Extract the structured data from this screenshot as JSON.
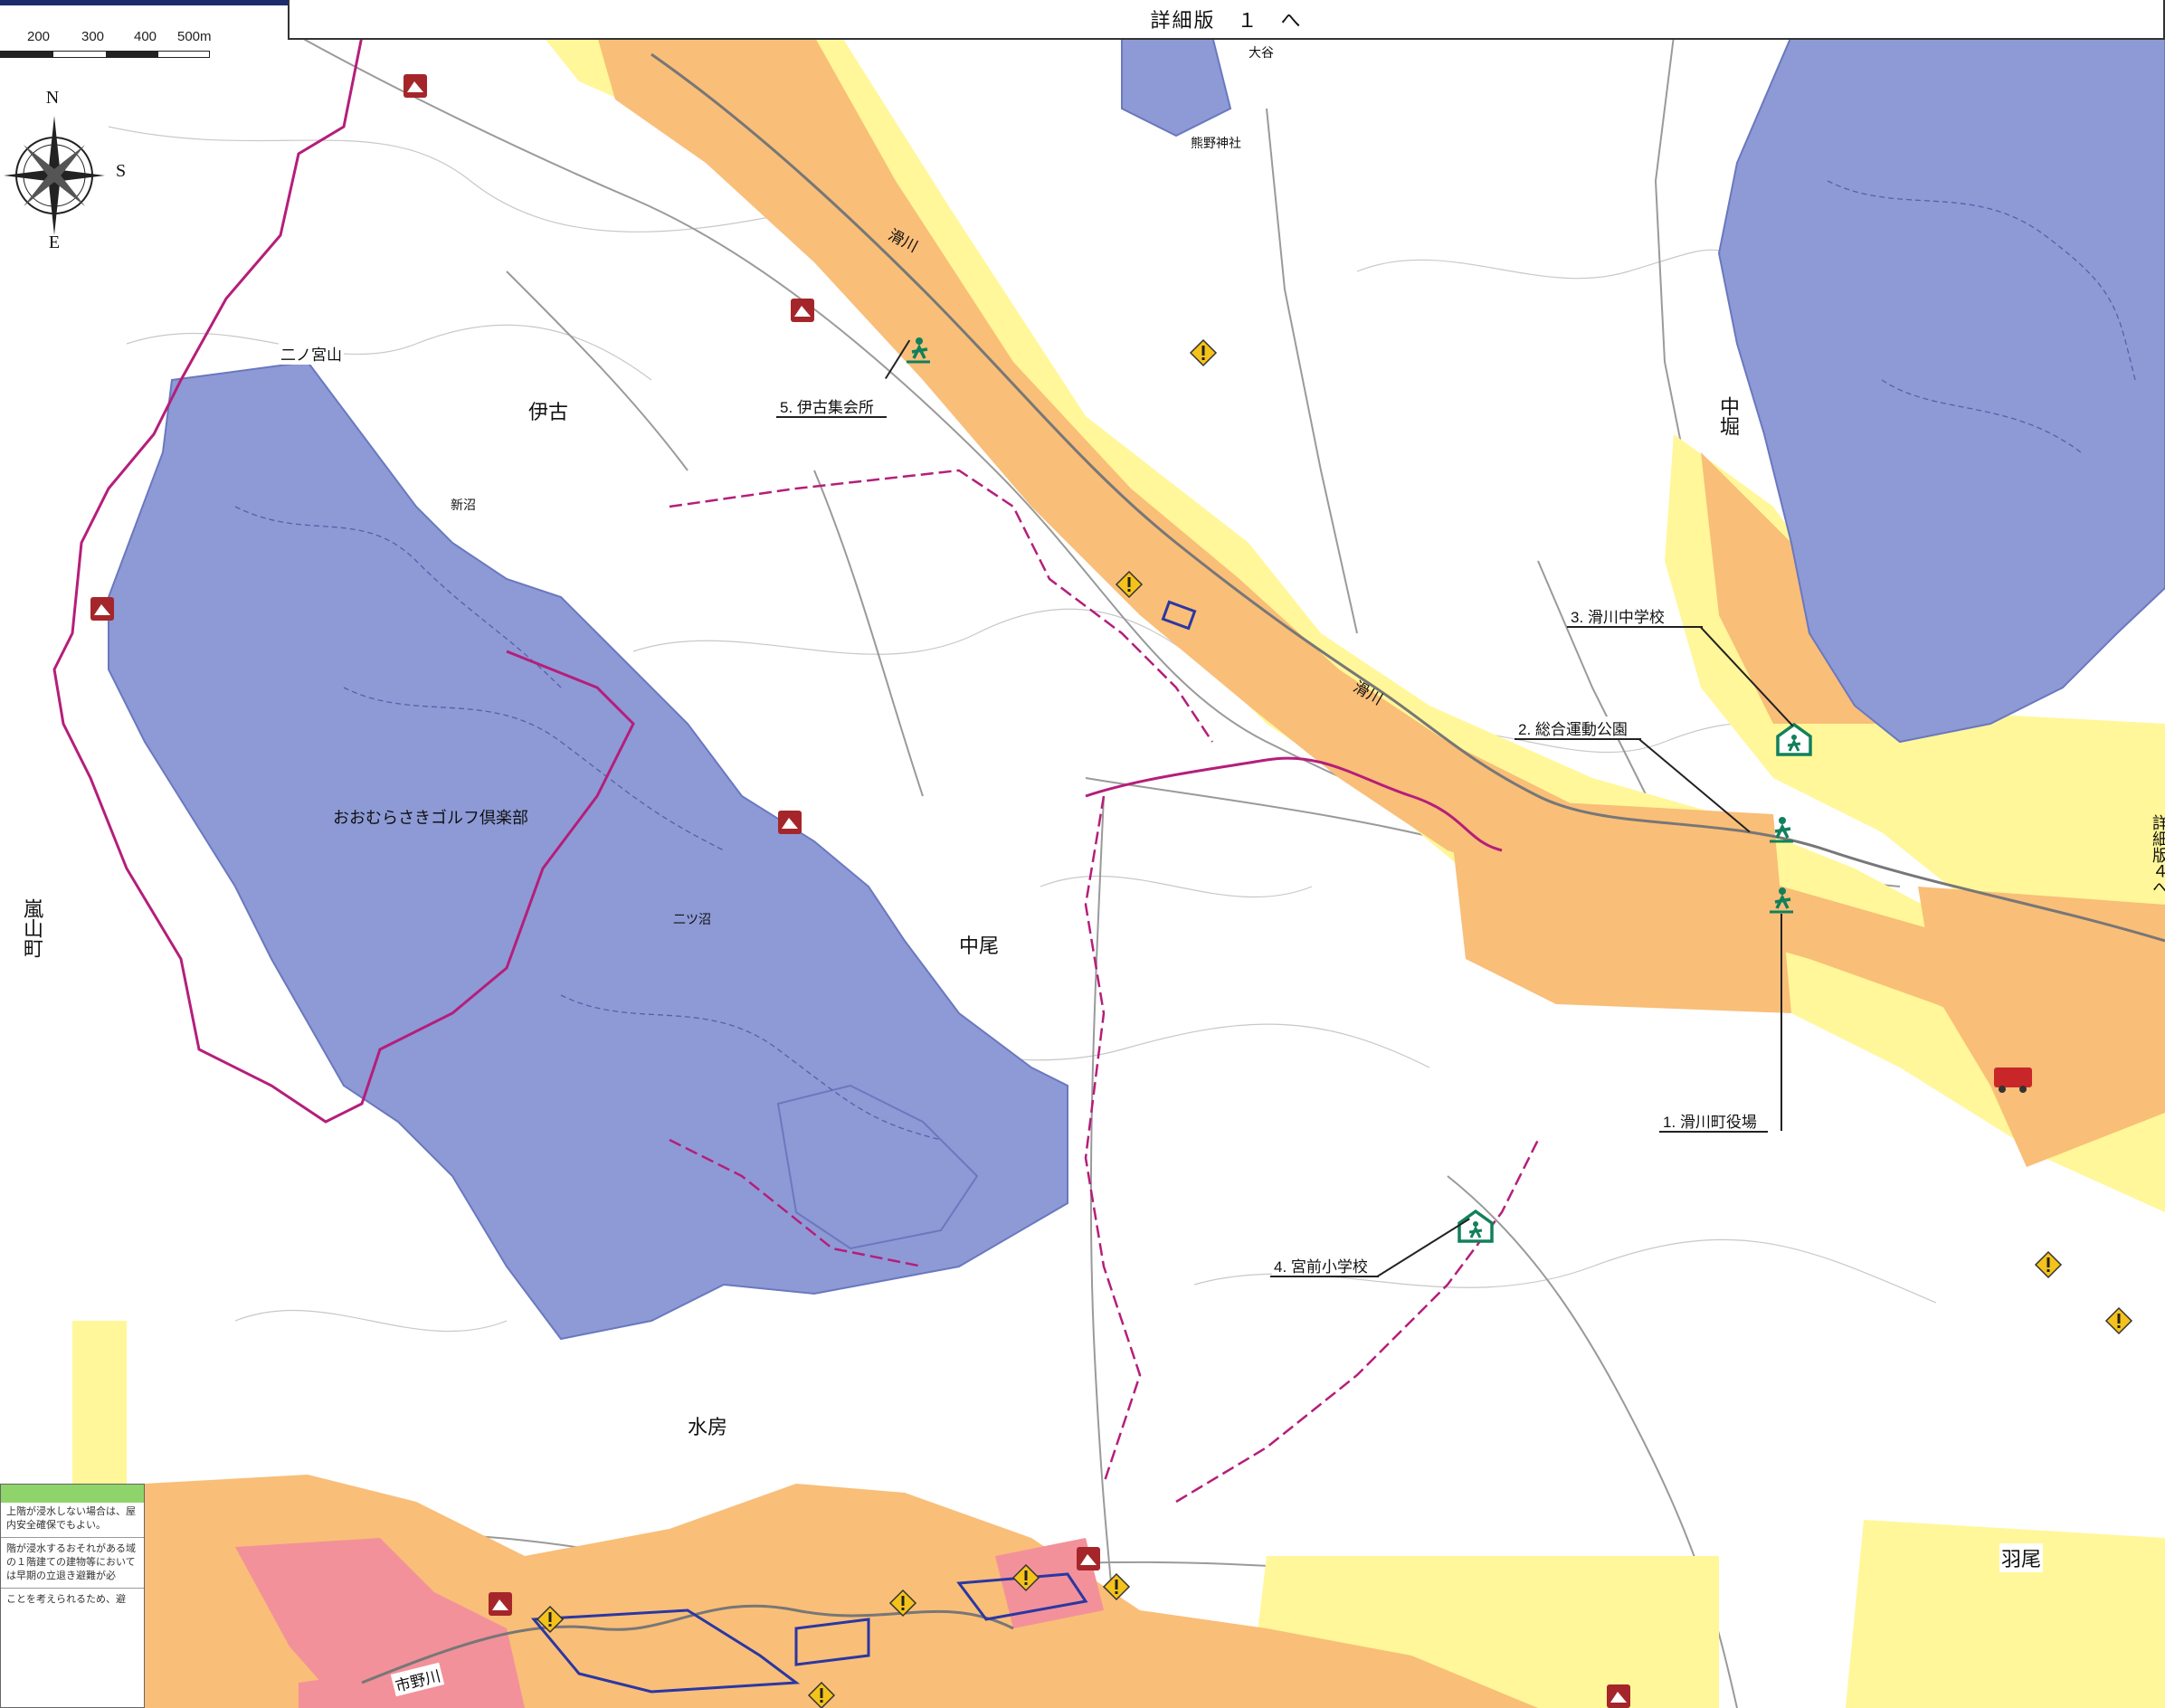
{
  "header": {
    "title": "詳細版　１　へ"
  },
  "right_edge_text": "詳細版４へ",
  "scale": {
    "labels": [
      "200",
      "300",
      "400",
      "500m"
    ]
  },
  "compass": {
    "n": "N",
    "s": "S",
    "e": "E"
  },
  "area_label": "嵐山町",
  "facilities": [
    {
      "id": "1",
      "label": "1. 滑川町役場"
    },
    {
      "id": "2",
      "label": "2. 総合運動公園"
    },
    {
      "id": "3",
      "label": "3. 滑川中学校"
    },
    {
      "id": "4",
      "label": "4. 宮前小学校"
    },
    {
      "id": "5",
      "label": "5. 伊古集会所"
    }
  ],
  "place_names": {
    "ninomiyayama": "二ノ宮山",
    "iko": "伊古",
    "nakao": "中尾",
    "minobe": "水房",
    "hane": "羽尾",
    "nakabori": "中堀",
    "golf": "おおむらさきゴルフ倶楽部",
    "river_namegawa": "滑川",
    "river_ichinogawa": "市野川",
    "numa_futatsu": "二ツ沼",
    "daijin": "大谷",
    "kumano": "熊野神社",
    "shinnuma": "新沼"
  },
  "legend": {
    "note1": "上階が浸水しない場合は、屋内安全確保でもよい。",
    "note2": "階が浸水するおそれがある域の１階建ての建物等においては早期の立退き避難が必",
    "note3": "ことを考えられるため、避"
  },
  "colors": {
    "flood_yellow": "#fff799",
    "flood_orange": "#f9be78",
    "flood_pink": "#f2919a",
    "blue_area": "#8d9ad6",
    "boundary": "#b51e7a",
    "shelter_green": "#11805c",
    "hazard_red": "#a5262a",
    "warn_yellow": "#f4c21b"
  }
}
